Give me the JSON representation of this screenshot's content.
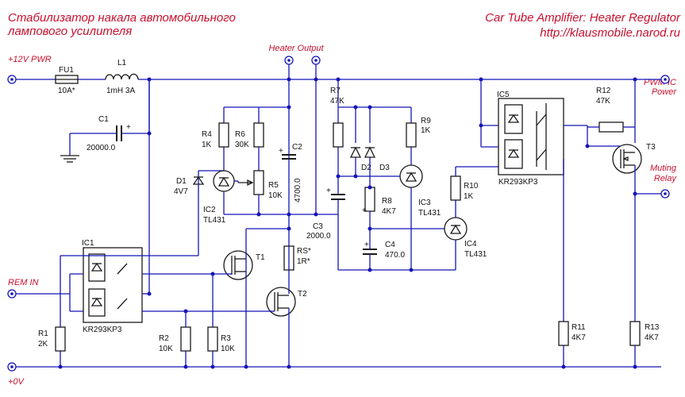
{
  "titles": {
    "ru_line1": "Стабилизатор накала автомобильного",
    "ru_line2": "лампового усилителя",
    "en_line1": "Car Tube Amplifier: Heater Regulator",
    "en_line2": "http://klausmobile.narod.ru"
  },
  "nets": {
    "v12": "+12V PWR",
    "rem": "REM IN",
    "gnd": "+0V",
    "heater": "Heater Output",
    "pwm_1": "PWM IC",
    "pwm_2": "Power",
    "muting_1": "Muting",
    "muting_2": "Relay"
  },
  "parts": {
    "fu1": {
      "ref": "FU1",
      "val": "10A*"
    },
    "l1": {
      "ref": "L1",
      "val": "1mH 3A"
    },
    "c1": {
      "ref": "C1",
      "val": "20000.0"
    },
    "r4": {
      "ref": "R4",
      "val": "1K"
    },
    "r6": {
      "ref": "R6",
      "val": "30K"
    },
    "r5": {
      "ref": "R5",
      "val": "10K"
    },
    "d1": {
      "ref": "D1",
      "val": "4V7"
    },
    "ic2": {
      "ref": "IC2",
      "val": "TL431"
    },
    "c2": {
      "ref": "C2",
      "val": "4700.0"
    },
    "r7": {
      "ref": "R7",
      "val": "47K"
    },
    "d2": {
      "ref": "D2"
    },
    "d3": {
      "ref": "D3"
    },
    "c3": {
      "ref": "C3",
      "val": "2000.0"
    },
    "r8": {
      "ref": "R8",
      "val": "4K7"
    },
    "c4": {
      "ref": "C4",
      "val": "470.0"
    },
    "r9": {
      "ref": "R9",
      "val": "1K"
    },
    "ic3": {
      "ref": "IC3",
      "val": "TL431"
    },
    "r10": {
      "ref": "R10",
      "val": "1K"
    },
    "ic4": {
      "ref": "IC4",
      "val": "TL431"
    },
    "ic5": {
      "ref": "IC5",
      "val": "KR293KP3"
    },
    "r12": {
      "ref": "R12",
      "val": "47K"
    },
    "t3": {
      "ref": "T3"
    },
    "ic1": {
      "ref": "IC1",
      "val": "KR293KP3"
    },
    "t1": {
      "ref": "T1"
    },
    "rs": {
      "ref": "RS*",
      "val": "1R*"
    },
    "t2": {
      "ref": "T2"
    },
    "r1": {
      "ref": "R1",
      "val": "2K"
    },
    "r2": {
      "ref": "R2",
      "val": "10K"
    },
    "r3": {
      "ref": "R3",
      "val": "10K"
    },
    "r11": {
      "ref": "R11",
      "val": "4K7"
    },
    "r13": {
      "ref": "R13",
      "val": "4K7"
    }
  }
}
